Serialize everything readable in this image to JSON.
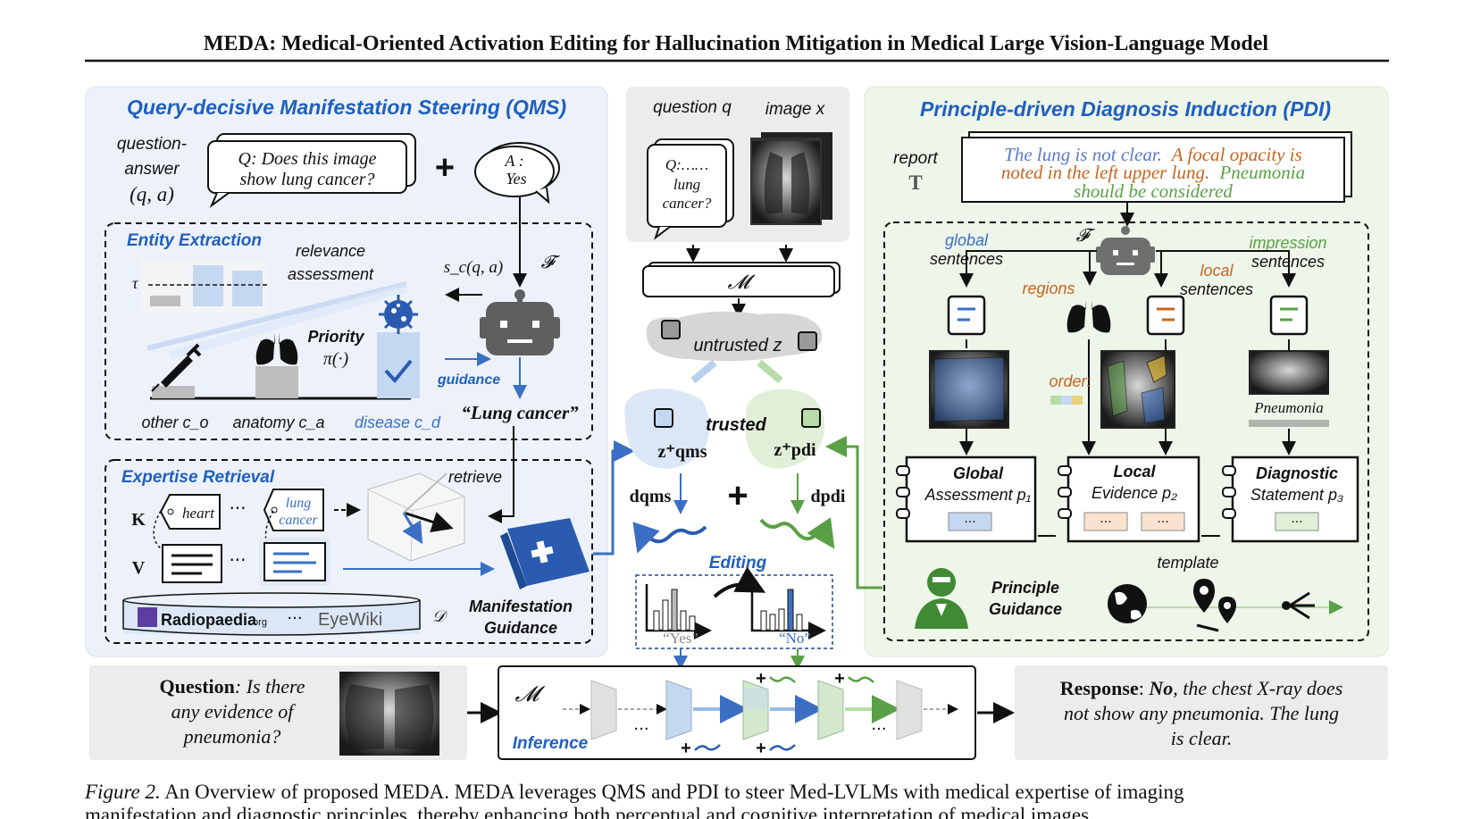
{
  "title": "MEDA: Medical-Oriented Activation Editing for Hallucination Mitigation in Medical Large Vision-Language Model",
  "colors": {
    "qms_blue": "#1f5fbf",
    "pdi_blue": "#1f5fbf",
    "pdi_green": "#5aa046",
    "panel_blue": "#edf2fa",
    "panel_green": "#eef5e9",
    "orange": "#c8641e"
  },
  "qms": {
    "title": "Query-decisive Manifestation Steering (QMS)",
    "qa_label_1": "question-",
    "qa_label_2": "answer",
    "qa_label_3": "(q, a)",
    "q_bubble_1": "Q: Does this image",
    "q_bubble_2": "show lung cancer?",
    "a_bubble_1": "A :",
    "a_bubble_2": "Yes",
    "plus": "+",
    "entity": {
      "title": "Entity Extraction",
      "relevance_1": "relevance",
      "relevance_2": "assessment",
      "tau": "τ",
      "score": "s_c(q, a)",
      "f": "𝓕",
      "priority_1": "Priority",
      "priority_2": "π(·)",
      "guidance": "guidance",
      "other": "other c_o",
      "anatomy": "anatomy c_a",
      "disease": "disease c_d",
      "lung_cancer": "“Lung cancer”"
    },
    "expertise": {
      "title": "Expertise Retrieval",
      "retrieve": "retrieve",
      "k": "K",
      "v": "V",
      "heart": "heart",
      "lung_1": "lung",
      "lung_2": "cancer",
      "dots": "···",
      "radiopaedia": "Radiopaedia",
      "radiopaedia_suffix": ".org",
      "eyewiki": "EyeWiki",
      "d": "𝒟",
      "manifestation_1": "Manifestation",
      "manifestation_2": "Guidance"
    }
  },
  "middle": {
    "question": "question q",
    "image": "image x",
    "q_1": "Q:……",
    "q_2": "lung",
    "q_3": "cancer?",
    "model": "𝓜",
    "untrusted": "untrusted z",
    "trusted": "trusted",
    "z_qms": "z⁺qms",
    "z_pdi": "z⁺pdi",
    "d_qms": "dqms",
    "d_pdi": "dpdi",
    "plus": "+",
    "editing": "Editing",
    "yes": "“Yes”",
    "no": "“No”"
  },
  "pdi": {
    "title": "Principle-driven Diagnosis Induction (PDI)",
    "report_1": "report",
    "report_2": "T",
    "report_blue": "The lung is not clear.",
    "report_orange_1": "A focal opacity is",
    "report_orange_2": "noted in the left upper lung.",
    "report_green_1": "Pneumonia",
    "report_green_2": "should be considered",
    "f": "𝓕",
    "global_1": "global",
    "global_2": "sentences",
    "impression_1": "impression",
    "impression_2": "sentences",
    "local_1": "local",
    "local_2": "sentences",
    "regions": "regions",
    "order": "order:",
    "pneumonia": "Pneumonia",
    "p1_a": "Global",
    "p1_b": "Assessment p₁",
    "p2_a": "Local",
    "p2_b": "Evidence p₂",
    "p3_a": "Diagnostic",
    "p3_b": "Statement p₃",
    "dots": "···",
    "template": "template",
    "principle_1": "Principle",
    "principle_2": "Guidance"
  },
  "bottom": {
    "question_label": "Question",
    "question_1": ": Is there",
    "question_2": "any evidence of",
    "question_3": "pneumonia?",
    "model": "𝓜",
    "inference": "Inference",
    "dots": "···",
    "response_label": "Response",
    "response_no": "No",
    "response_1": ", the chest X-ray does",
    "response_2": "not show any pneumonia. The lung",
    "response_3": "is clear."
  },
  "caption": {
    "figure": "Figure 2.",
    "line_1": " An Overview of proposed MEDA. MEDA leverages QMS and PDI to steer Med-LVLMs with medical expertise of imaging",
    "line_2": "manifestation and diagnostic principles, thereby enhancing both perceptual and cognitive interpretation of medical images."
  }
}
